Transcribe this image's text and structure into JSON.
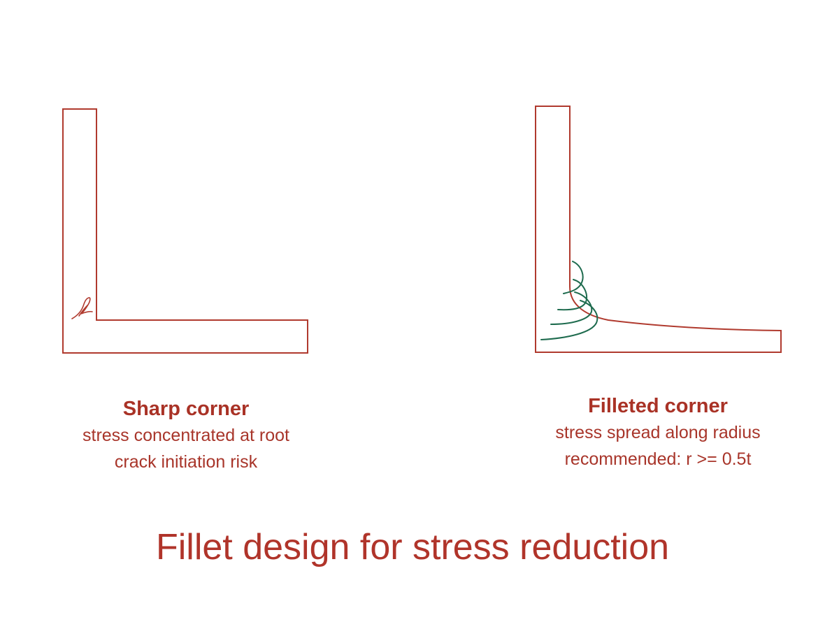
{
  "colors": {
    "outline": "#b03a2e",
    "stress_lines": "#1e6b4e",
    "text": "#a93226"
  },
  "left_panel": {
    "heading": "Sharp corner",
    "lines": [
      "stress concentrated at root",
      "crack initiation risk"
    ]
  },
  "right_panel": {
    "heading": "Filleted corner",
    "lines": [
      "stress spread along radius",
      "recommended: r >= 0.5t"
    ]
  },
  "title": "Fillet design for stress reduction"
}
